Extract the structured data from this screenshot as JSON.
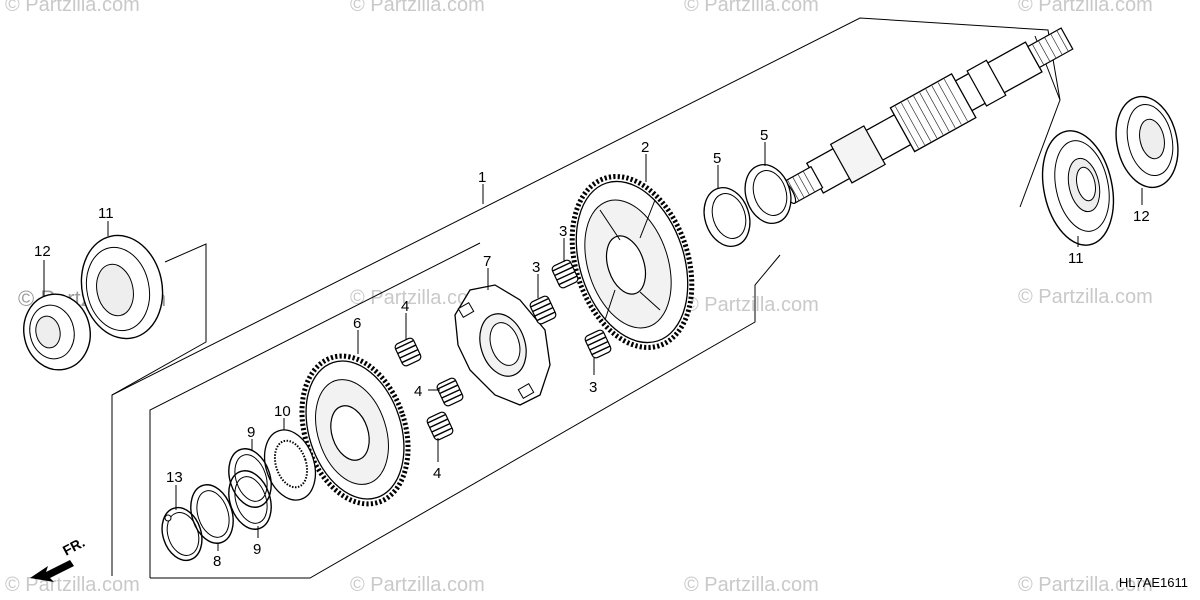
{
  "watermark": {
    "text": "© Partzilla.com",
    "center_text": "© Partzilla.com"
  },
  "diagram": {
    "direction_label": "FR.",
    "code": "HL7AE1611",
    "callouts": {
      "c1": "1",
      "c2": "2",
      "c3a": "3",
      "c3b": "3",
      "c3c": "3",
      "c4a": "4",
      "c4b": "4",
      "c4c": "4",
      "c5a": "5",
      "c5b": "5",
      "c6": "6",
      "c7": "7",
      "c8": "8",
      "c9a": "9",
      "c9b": "9",
      "c10": "10",
      "c11a": "11",
      "c11b": "11",
      "c12a": "12",
      "c12b": "12",
      "c13": "13"
    }
  }
}
